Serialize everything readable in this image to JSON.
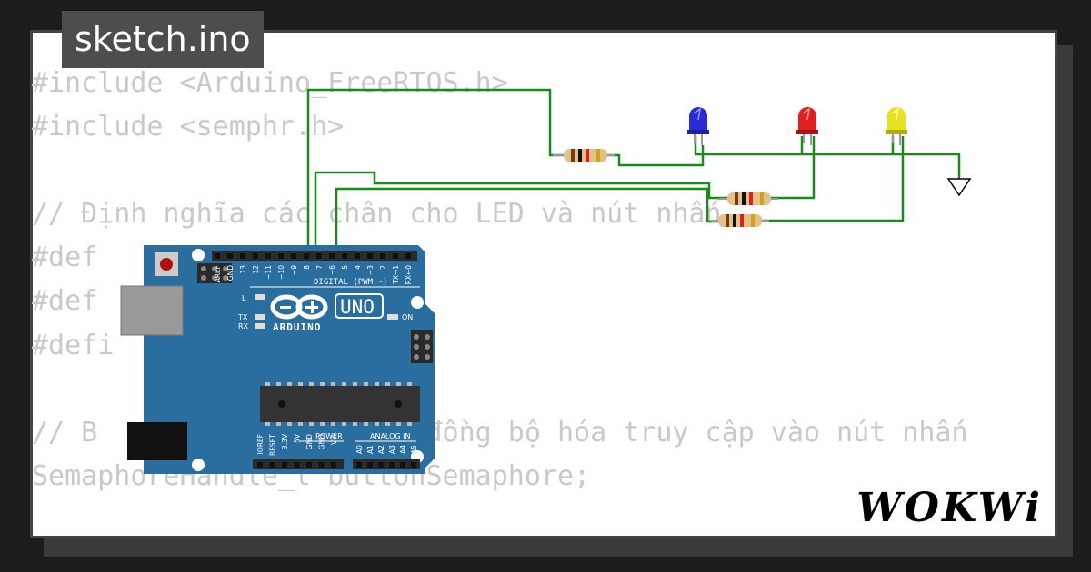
{
  "title": "sketch.ino",
  "brand": "WOKWi",
  "code_lines": [
    "#include <Arduino_FreeRTOS.h>",
    "#include <semphr.h>",
    "",
    "// Định nghĩa các chân cho LED và nút nhấn",
    "#def",
    "#def",
    "#defi",
    "",
    "// B                    đồng bộ hóa truy cập vào nút nhấn",
    "SemaphoreHandle_t buttonSemaphore;"
  ],
  "board": {
    "logo_text": "ARDUINO",
    "model": "UNO",
    "digital_label": "DIGITAL (PWM ~)",
    "power_label": "POWER",
    "analog_label": "ANALOG IN",
    "on_label": "ON",
    "l_label": "L",
    "tx_label": "TX",
    "rx_label": "RX",
    "digital_pins": [
      "AREF",
      "GND",
      "13",
      "12",
      "~11",
      "~10",
      "~9",
      "8",
      "7",
      "~6",
      "~5",
      "4",
      "~3",
      "2",
      "TX→1",
      "RX←0"
    ],
    "power_pins": [
      "IOREF",
      "RESET",
      "3.3V",
      "5V",
      "GND",
      "GND",
      "Vin"
    ],
    "analog_pins": [
      "A0",
      "A1",
      "A2",
      "A3",
      "A4",
      "A5"
    ]
  },
  "leds": [
    {
      "color_name": "blue",
      "color": "#2b2bd6"
    },
    {
      "color_name": "red",
      "color": "#e02020"
    },
    {
      "color_name": "yellow",
      "color": "#e8e020"
    }
  ],
  "colors": {
    "wire": "#1a8a1a",
    "board": "#2a6ea0",
    "header_tab": "#4d4d4d"
  }
}
